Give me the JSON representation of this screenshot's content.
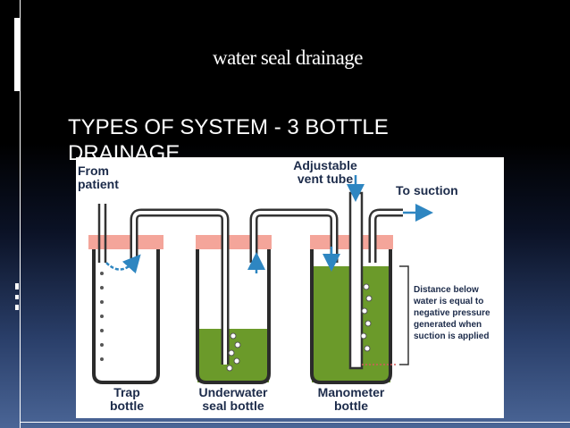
{
  "slide": {
    "title": "water seal drainage",
    "subtitle": "TYPES OF SYSTEM - 3 BOTTLE DRAINAGE"
  },
  "diagram": {
    "labels": {
      "from_patient": "From\npatient",
      "adjustable_vent_tube": "Adjustable\nvent tube",
      "to_suction": "To suction",
      "distance_note": "Distance below\nwater is equal to\nnegative pressure\ngenerated when\nsuction is applied",
      "trap_bottle": "Trap\nbottle",
      "underwater_seal_bottle": "Underwater\nseal bottle",
      "manometer_bottle": "Manometer\nbottle"
    },
    "colors": {
      "water": "#6b9a2a",
      "cap": "#f4a59a",
      "arrow": "#2e86c1",
      "text": "#1c2b4a"
    }
  }
}
